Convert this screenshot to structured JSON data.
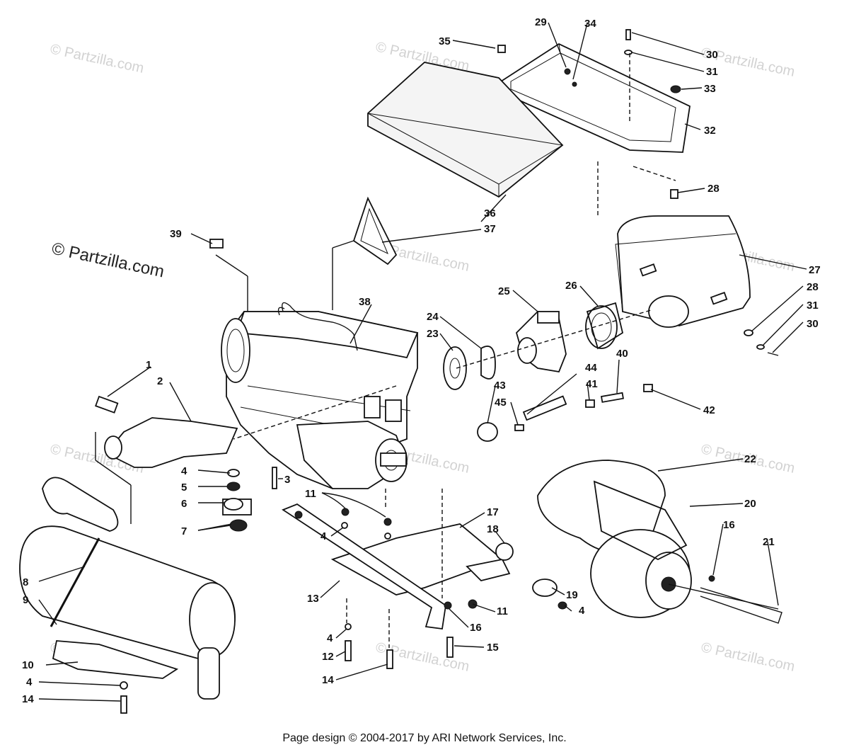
{
  "watermarks": [
    "© Partzilla.com",
    "© Partzilla.com",
    "© Partzilla.com",
    "© Partzilla.com",
    "© Partzilla.com",
    "© Partzilla.com",
    "© Partzilla.com",
    "© Partzilla.com",
    "© Partzilla.com",
    "© Partzilla.com",
    "© Partzilla.com"
  ],
  "main_watermark": "© Partzilla.com",
  "callouts": [
    "35",
    "29",
    "34",
    "30",
    "31",
    "33",
    "32",
    "28",
    "36",
    "37",
    "39",
    "27",
    "28",
    "31",
    "30",
    "38",
    "25",
    "26",
    "24",
    "23",
    "40",
    "44",
    "41",
    "42",
    "43",
    "45",
    "1",
    "2",
    "3",
    "4",
    "5",
    "6",
    "11",
    "22",
    "20",
    "17",
    "18",
    "16",
    "21",
    "7",
    "4",
    "19",
    "4",
    "8",
    "9",
    "13",
    "11",
    "16",
    "4",
    "12",
    "15",
    "10",
    "4",
    "14",
    "14"
  ],
  "footer": "Page design © 2004-2017 by ARI Network Services, Inc."
}
